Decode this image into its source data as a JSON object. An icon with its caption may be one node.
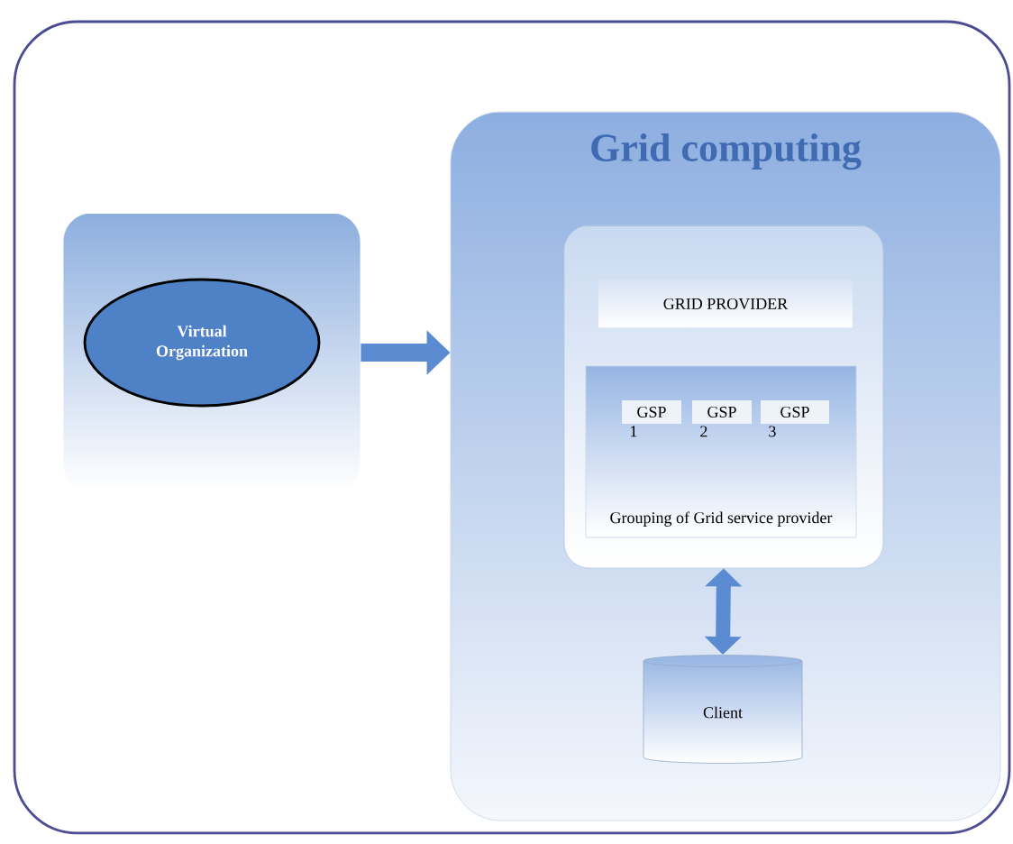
{
  "diagram": {
    "nodes": [
      {
        "text": [],
        "shape": "box"
      },
      {
        "text": [],
        "shape": "box",
        "in": 0
      },
      {
        "text": [
          "Virtual Organization"
        ],
        "in": 1
      },
      {
        "text": [
          "Grid computing"
        ],
        "in": 0
      },
      {
        "text": [],
        "shape": "box",
        "in": 3
      },
      {
        "text": [
          "GRID PROVIDER"
        ],
        "in": 4
      },
      {
        "text": [
          "Grouping of Grid service provider"
        ],
        "in": 4
      },
      {
        "text": [
          "GSP"
        ],
        "beside": [
          "1"
        ],
        "in": 6
      },
      {
        "text": [
          "GSP"
        ],
        "beside": [
          "2"
        ],
        "in": 6
      },
      {
        "text": [
          "GSP"
        ],
        "beside": [
          "3"
        ],
        "in": 6
      },
      {
        "text": [
          "Client"
        ],
        "in": 3
      }
    ],
    "edges": [
      {
        "from": 1,
        "to": 3,
        "arrow": "to"
      },
      {
        "from": 4,
        "to": 10,
        "arrow": "both"
      }
    ]
  }
}
